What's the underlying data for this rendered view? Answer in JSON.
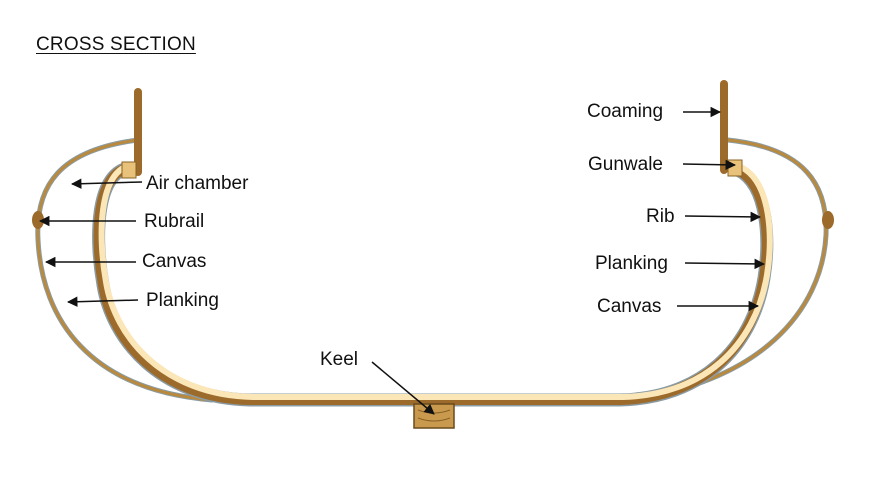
{
  "title": "CROSS SECTION",
  "labels": {
    "air_chamber": "Air chamber",
    "rubrail": "Rubrail",
    "canvas_left": "Canvas",
    "planking_left": "Planking",
    "keel": "Keel",
    "coaming": "Coaming",
    "gunwale": "Gunwale",
    "rib": "Rib",
    "planking_right": "Planking",
    "canvas_right": "Canvas"
  },
  "colors": {
    "wood_dark": "#9c6a2a",
    "wood_light": "#fbe6b8",
    "wood_mid": "#c99a4e",
    "canvas_line": "#8a9ba3",
    "text": "#111111"
  }
}
